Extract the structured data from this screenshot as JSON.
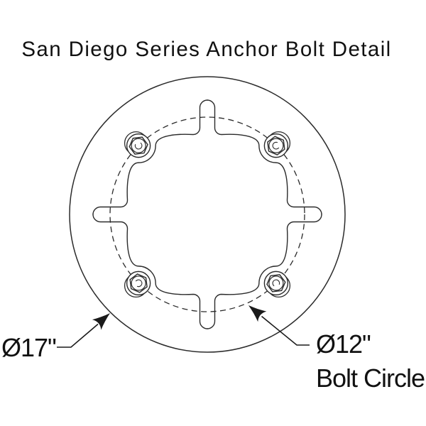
{
  "title": "San Diego Series Anchor Bolt Detail",
  "labels": {
    "outer_diameter": "Ø17\"",
    "bolt_circle_diameter": "Ø12\"",
    "bolt_circle_caption": "Bolt Circle"
  },
  "diagram": {
    "type": "anchor-bolt-plan-detail",
    "outer_plate_diameter_in": 17,
    "bolt_circle_diameter_in": 12,
    "bolt_count": 4,
    "slot_count": 4,
    "bolt_circle_style": "dashed"
  },
  "colors": {
    "background": "#ffffff",
    "line": "#2b2b2b",
    "text": "#111111"
  }
}
